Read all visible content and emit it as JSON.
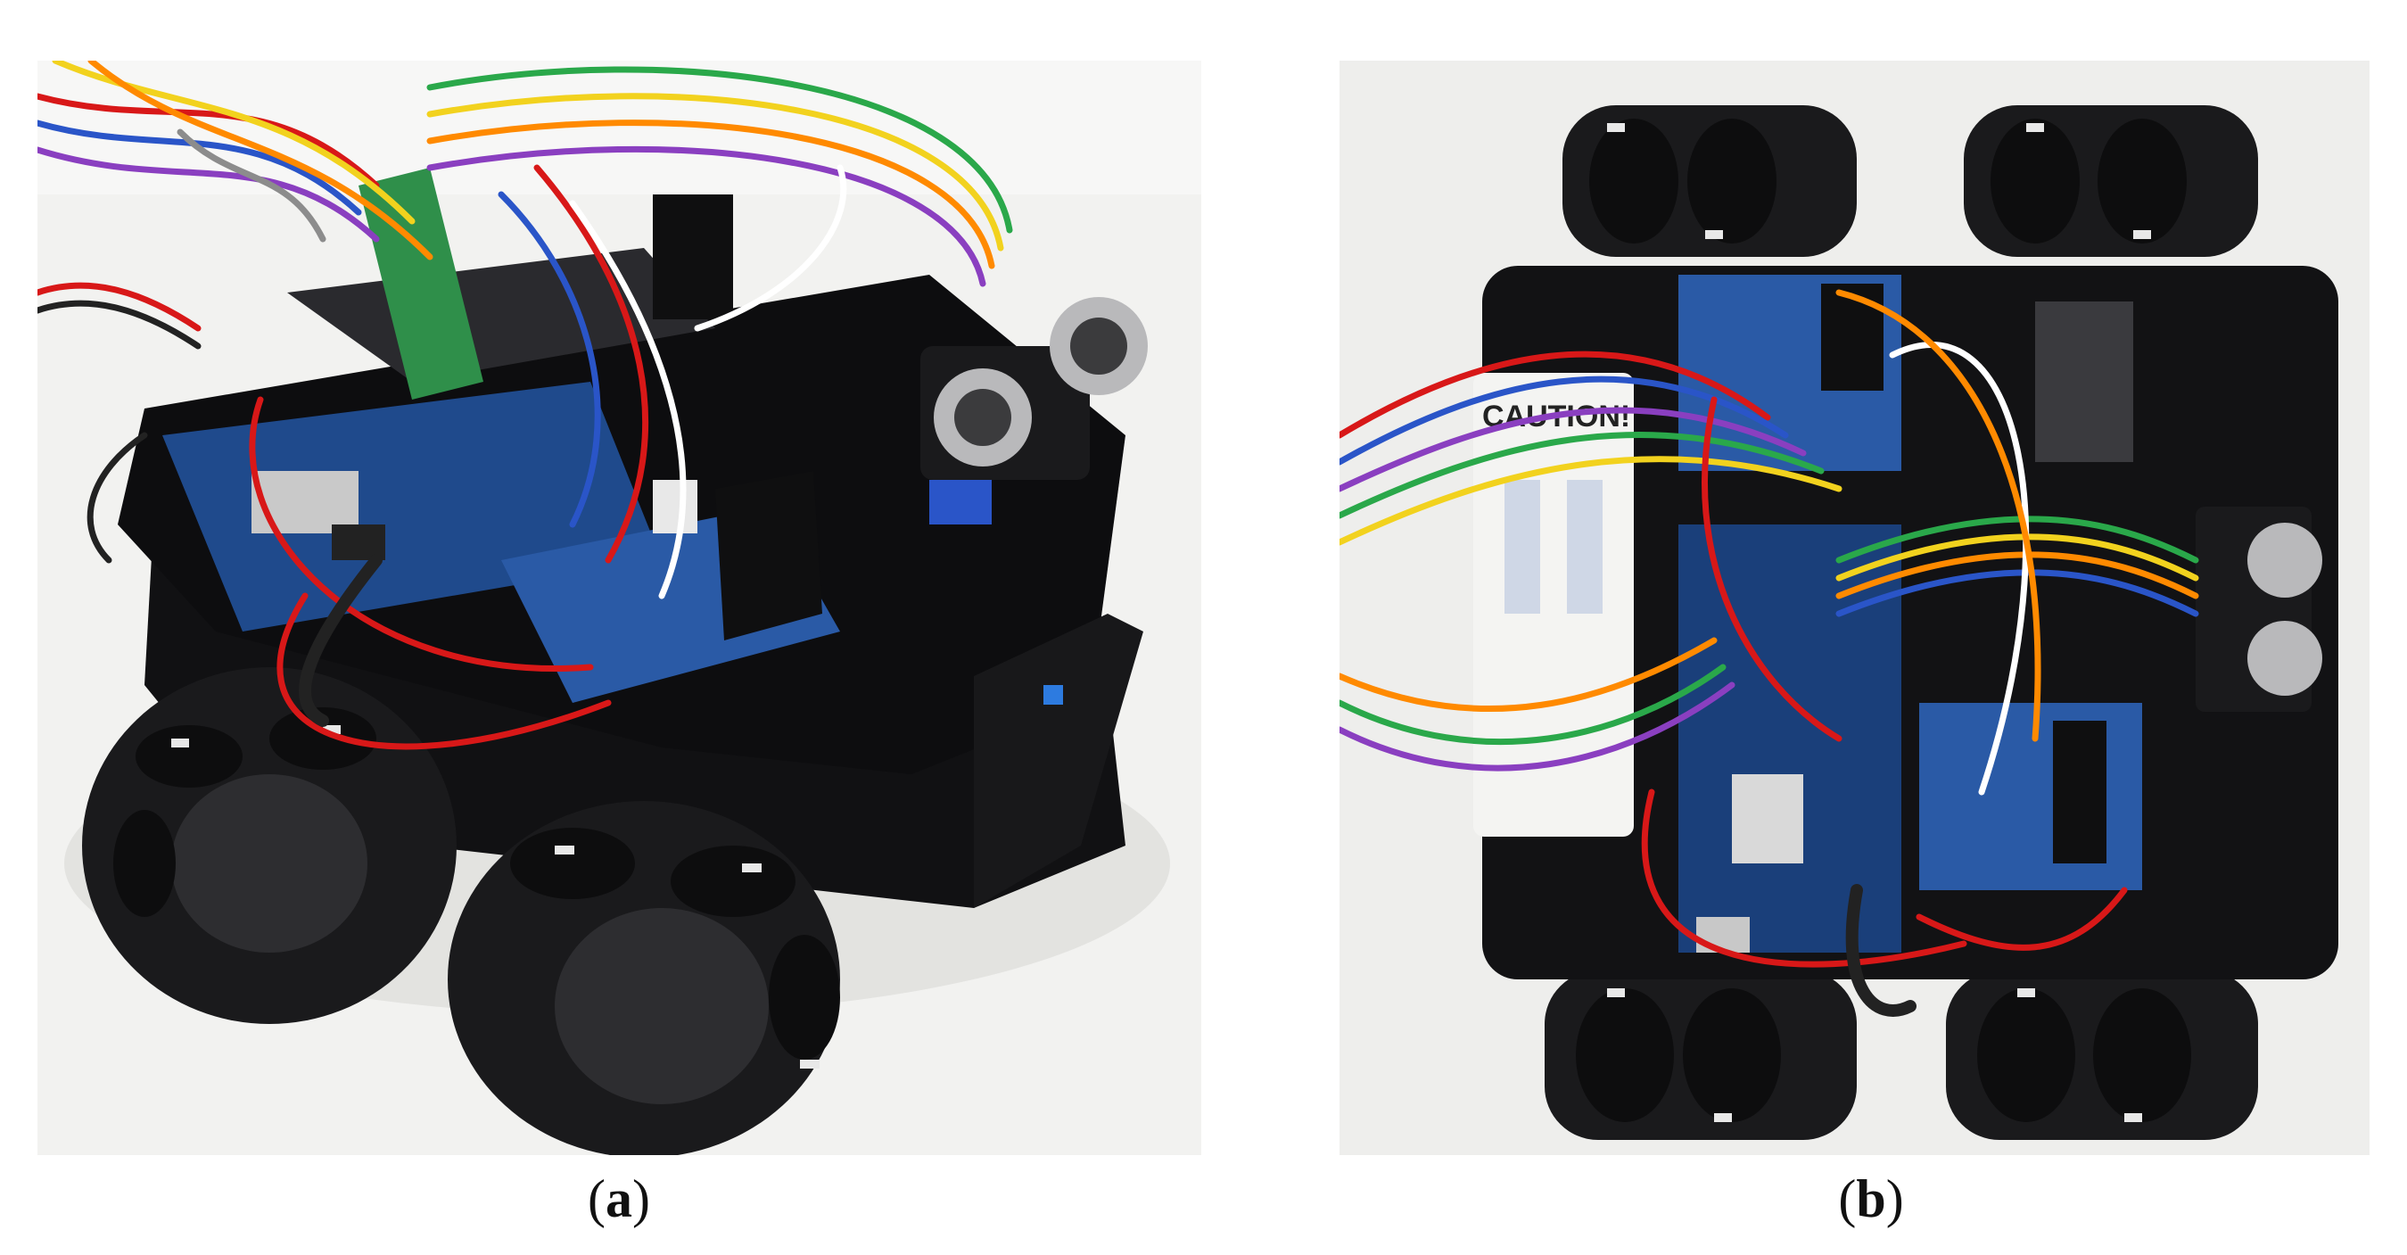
{
  "figure": {
    "panels": [
      {
        "id": "a",
        "label": "a",
        "caption_open": "(",
        "caption_close": ")"
      },
      {
        "id": "b",
        "label": "b",
        "caption_open": "(",
        "caption_close": ")"
      }
    ],
    "photo_a": {
      "subject": "mecanum-wheel robot car, perspective view",
      "colors": {
        "background": "#f1f1ef",
        "chassis": "#121214",
        "board_blue": "#1f4a8c",
        "wheel": "#1a1a1c",
        "roller_highlight": "#e8e8e8"
      }
    },
    "photo_b": {
      "subject": "mecanum-wheel robot car, top view",
      "board_label": "CAUTION!",
      "colors": {
        "background": "#eeeeec",
        "chassis": "#121214",
        "board_blue": "#2a5aa6",
        "wheel": "#1a1a1c",
        "battery_panel": "#f4f4f2"
      }
    },
    "wire_colors": [
      "#d81818",
      "#ff8a00",
      "#f2d21e",
      "#2aa84a",
      "#2a55c8",
      "#8a3fc0",
      "#ffffff",
      "#222222",
      "#8c8c8c"
    ]
  }
}
